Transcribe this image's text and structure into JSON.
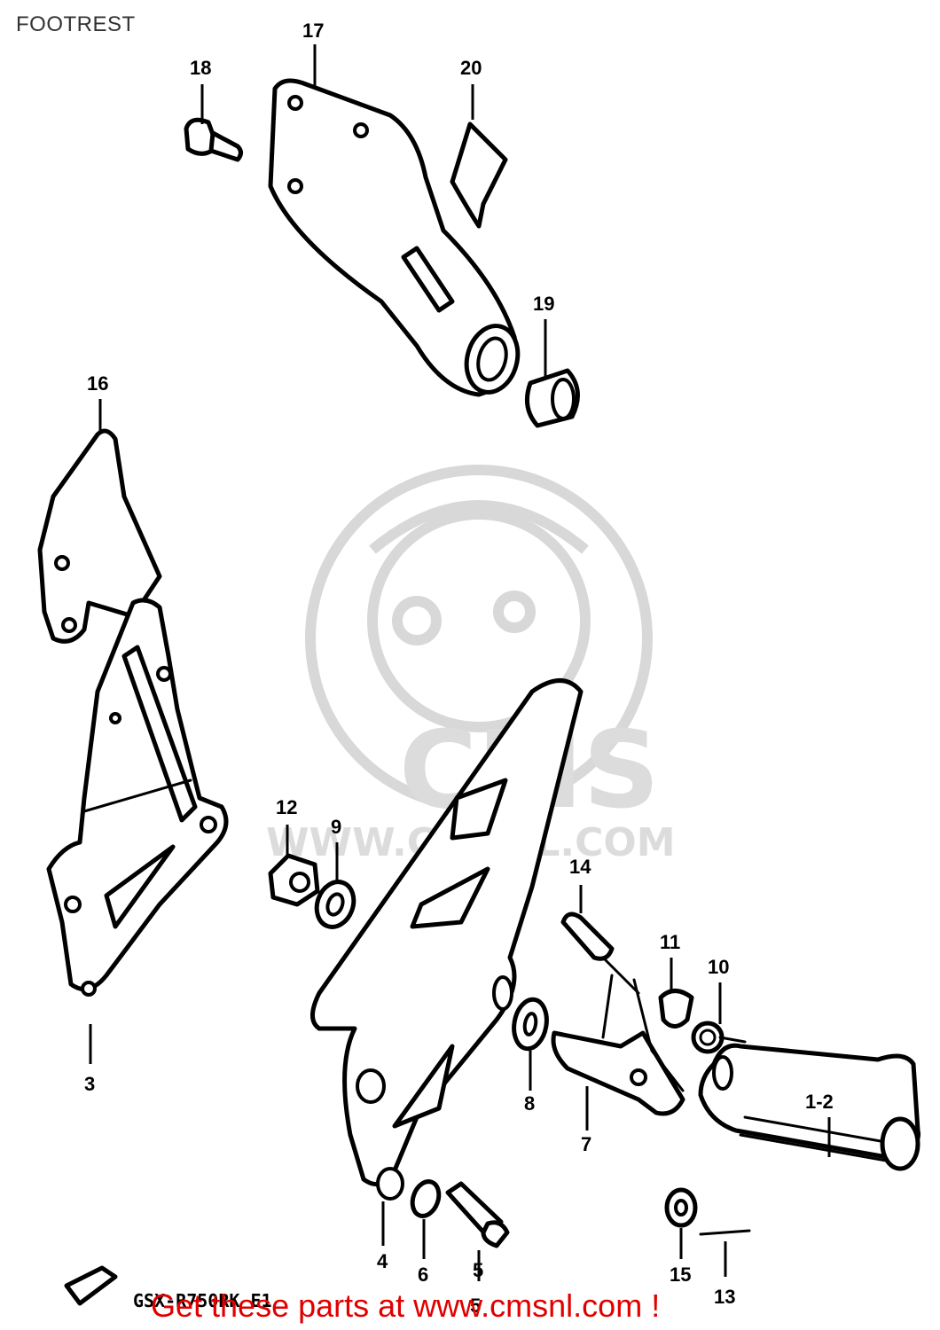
{
  "page": {
    "title": "FOOTREST",
    "model_code": "GSX-R750RK E1",
    "footer_text": "Get these parts at www.cmsnl.com !"
  },
  "watermark": {
    "brand": "CMS",
    "url": "WWW.CMSNL.COM"
  },
  "callouts": {
    "c1_2": "1-2",
    "c3": "3",
    "c4": "4",
    "c5a": "5",
    "c5b": "5",
    "c6": "6",
    "c7": "7",
    "c8": "8",
    "c9": "9",
    "c10": "10",
    "c11": "11",
    "c12": "12",
    "c13": "13",
    "c14": "14",
    "c15": "15",
    "c16": "16",
    "c17": "17",
    "c18": "18",
    "c19": "19",
    "c20": "20"
  }
}
